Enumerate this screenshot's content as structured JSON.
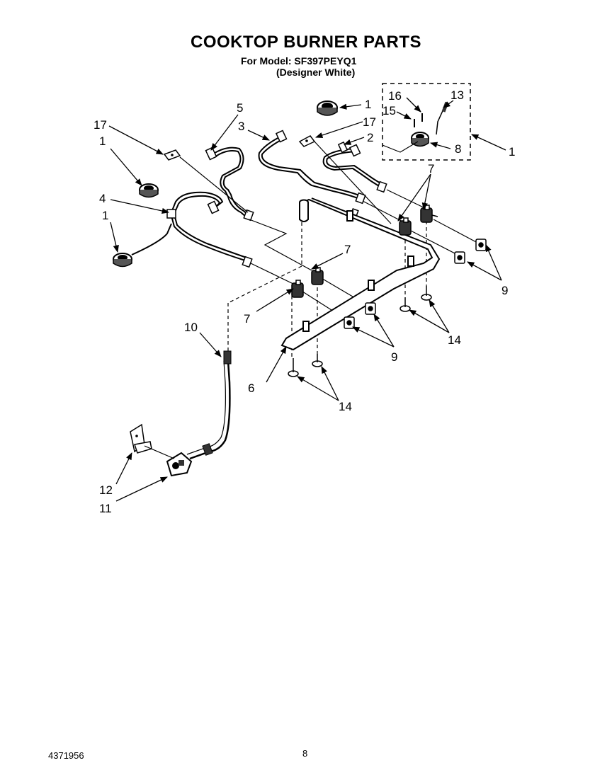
{
  "header": {
    "title": "COOKTOP BURNER PARTS",
    "model_line": "For Model: SF397PEYQ1",
    "color_line": "(Designer White)"
  },
  "footer": {
    "doc_number": "4371956",
    "page_number": "8"
  },
  "callouts": {
    "c1_top": "1",
    "c1_right": "1",
    "c1_left_upper": "1",
    "c1_left_lower": "1",
    "c2": "2",
    "c3": "3",
    "c4": "4",
    "c5": "5",
    "c6": "6",
    "c7_top": "7",
    "c7_mid": "7",
    "c7_left": "7",
    "c8": "8",
    "c9_right": "9",
    "c9_mid": "9",
    "c10": "10",
    "c11": "11",
    "c12": "12",
    "c13": "13",
    "c14_right": "14",
    "c14_bottom": "14",
    "c15": "15",
    "c16": "16",
    "c17_left": "17",
    "c17_top": "17"
  }
}
